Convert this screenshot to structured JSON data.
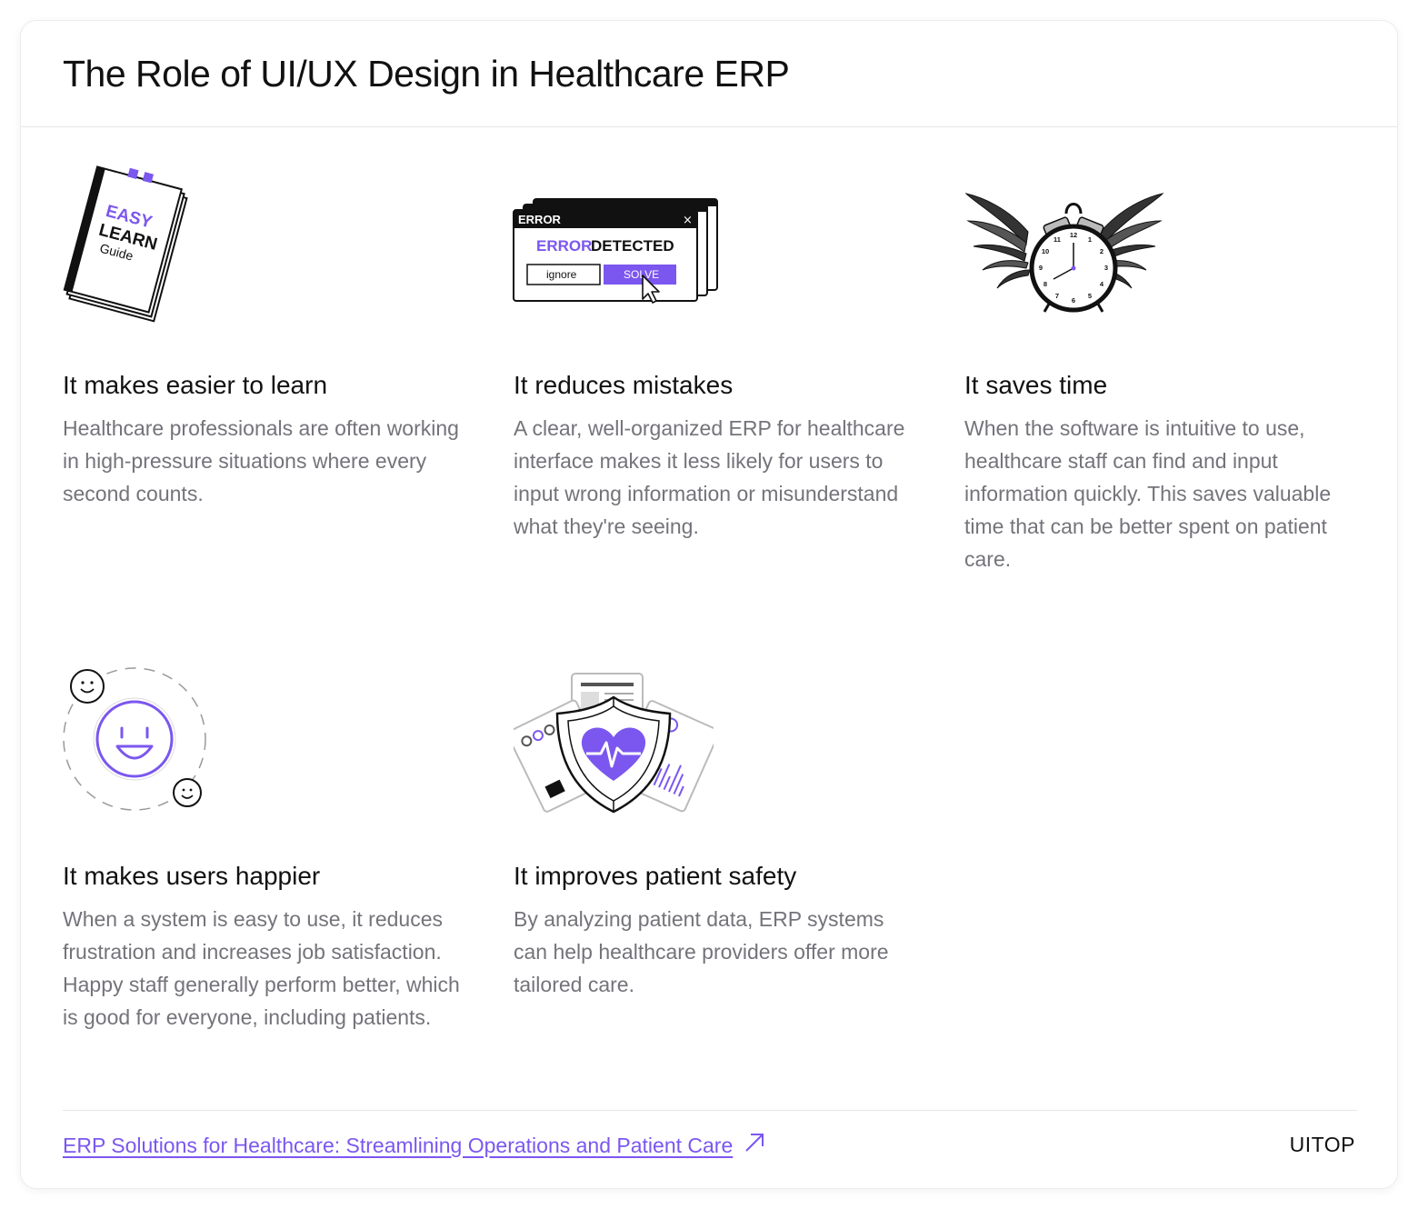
{
  "header": {
    "title": "The Role of UI/UX Design in Healthcare ERP"
  },
  "colors": {
    "accent": "#7b57ef",
    "text": "#111111",
    "muted": "#74737a"
  },
  "features": [
    {
      "icon": "easy-learn-guide-icon",
      "title": "It makes easier to learn",
      "description": "Healthcare professionals are often working in high-pressure situations where every second counts.",
      "illustration_text": {
        "line1": "EASY",
        "line2": "LEARN",
        "line3": "Guide"
      }
    },
    {
      "icon": "error-dialog-icon",
      "title": "It reduces mistakes",
      "description": "A clear, well-organized ERP for healthcare interface makes it less likely for users to input wrong information or misunderstand what they're seeing.",
      "illustration_text": {
        "window_title": "ERROR",
        "headline_accent": "ERROR",
        "headline_rest": "DETECTED",
        "ignore": "ignore",
        "solve": "SOLVE"
      }
    },
    {
      "icon": "winged-clock-icon",
      "title": "It saves time",
      "description": "When the software is intuitive to use, healthcare staff can find and input information quickly. This saves valuable time that can be better spent on patient care."
    },
    {
      "icon": "smiley-faces-icon",
      "title": "It makes users happier",
      "description": "When a system is easy to use, it reduces frustration and increases job satisfaction. Happy staff generally perform better, which is good for everyone, including patients."
    },
    {
      "icon": "heart-shield-icon",
      "title": "It improves patient safety",
      "description": "By analyzing patient data, ERP systems can help healthcare providers offer more tailored care."
    }
  ],
  "footer": {
    "link_text": "ERP Solutions for Healthcare: Streamlining Operations and Patient Care",
    "link_icon": "arrow-up-right-icon",
    "brand": "UITOP"
  }
}
